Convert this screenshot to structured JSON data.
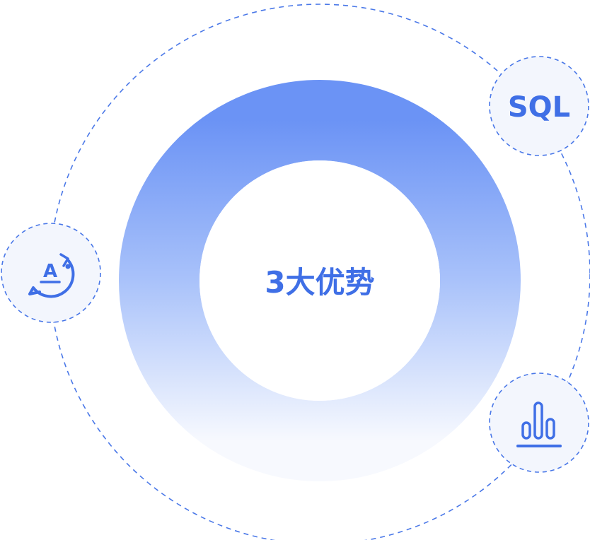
{
  "center": {
    "label": "3大优势"
  },
  "nodes": {
    "sql": {
      "label": "SQL",
      "icon": "sql-icon"
    },
    "translate": {
      "glyph": "A",
      "icon": "language-icon"
    },
    "chart": {
      "icon": "bar-chart-icon"
    }
  },
  "colors": {
    "accent": "#3f6fe6",
    "ring_top": "#6b93f5",
    "ring_bottom": "#f5f8fe",
    "node_fill": "#f3f6fd",
    "dash": "#4a78e8"
  }
}
